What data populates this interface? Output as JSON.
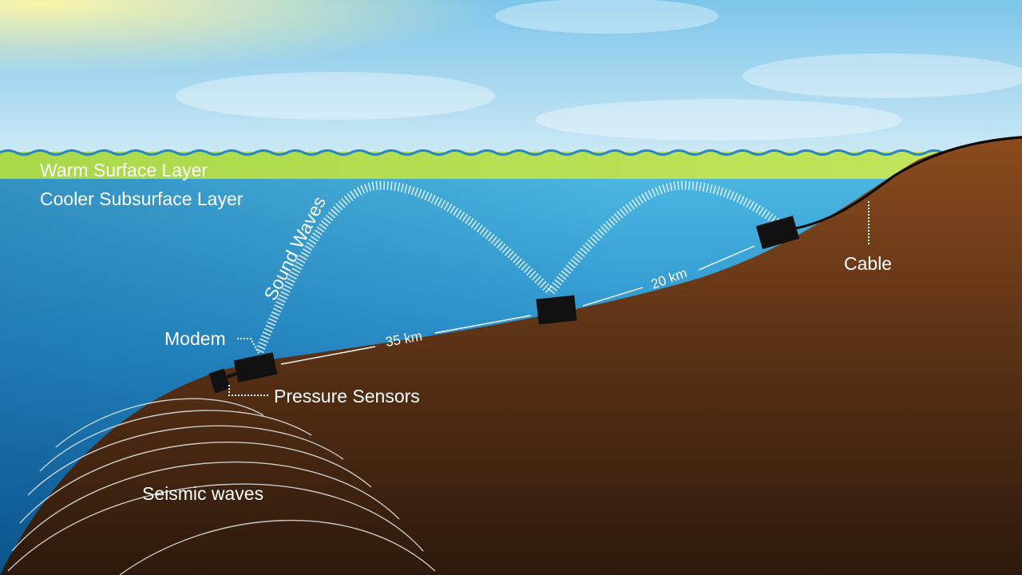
{
  "layers": {
    "warm_surface": "Warm Surface Layer",
    "cooler_subsurface": "Cooler Subsurface Layer"
  },
  "labels": {
    "sound_waves": "Sound Waves",
    "modem": "Modem",
    "pressure_sensors": "Pressure Sensors",
    "cable": "Cable",
    "seismic_waves": "Seismic waves"
  },
  "distances": {
    "segment_1": "35 km",
    "segment_2": "20 km"
  },
  "colors": {
    "sky_top": "#78c3eb",
    "sky_bottom": "#c9e7f4",
    "sun_glow": "#f6f3a4",
    "warm_layer": "#b6de55",
    "water_top": "#45b4e0",
    "water_deep": "#0f5f9e",
    "seabed_top": "#8a4a1e",
    "seabed_bottom": "#2e1a0d",
    "device": "#111111",
    "cable": "#0a0a0a",
    "line": "#ffffff"
  },
  "icons": {
    "device": "black-box-device",
    "sensor": "pressure-sensor-box"
  }
}
